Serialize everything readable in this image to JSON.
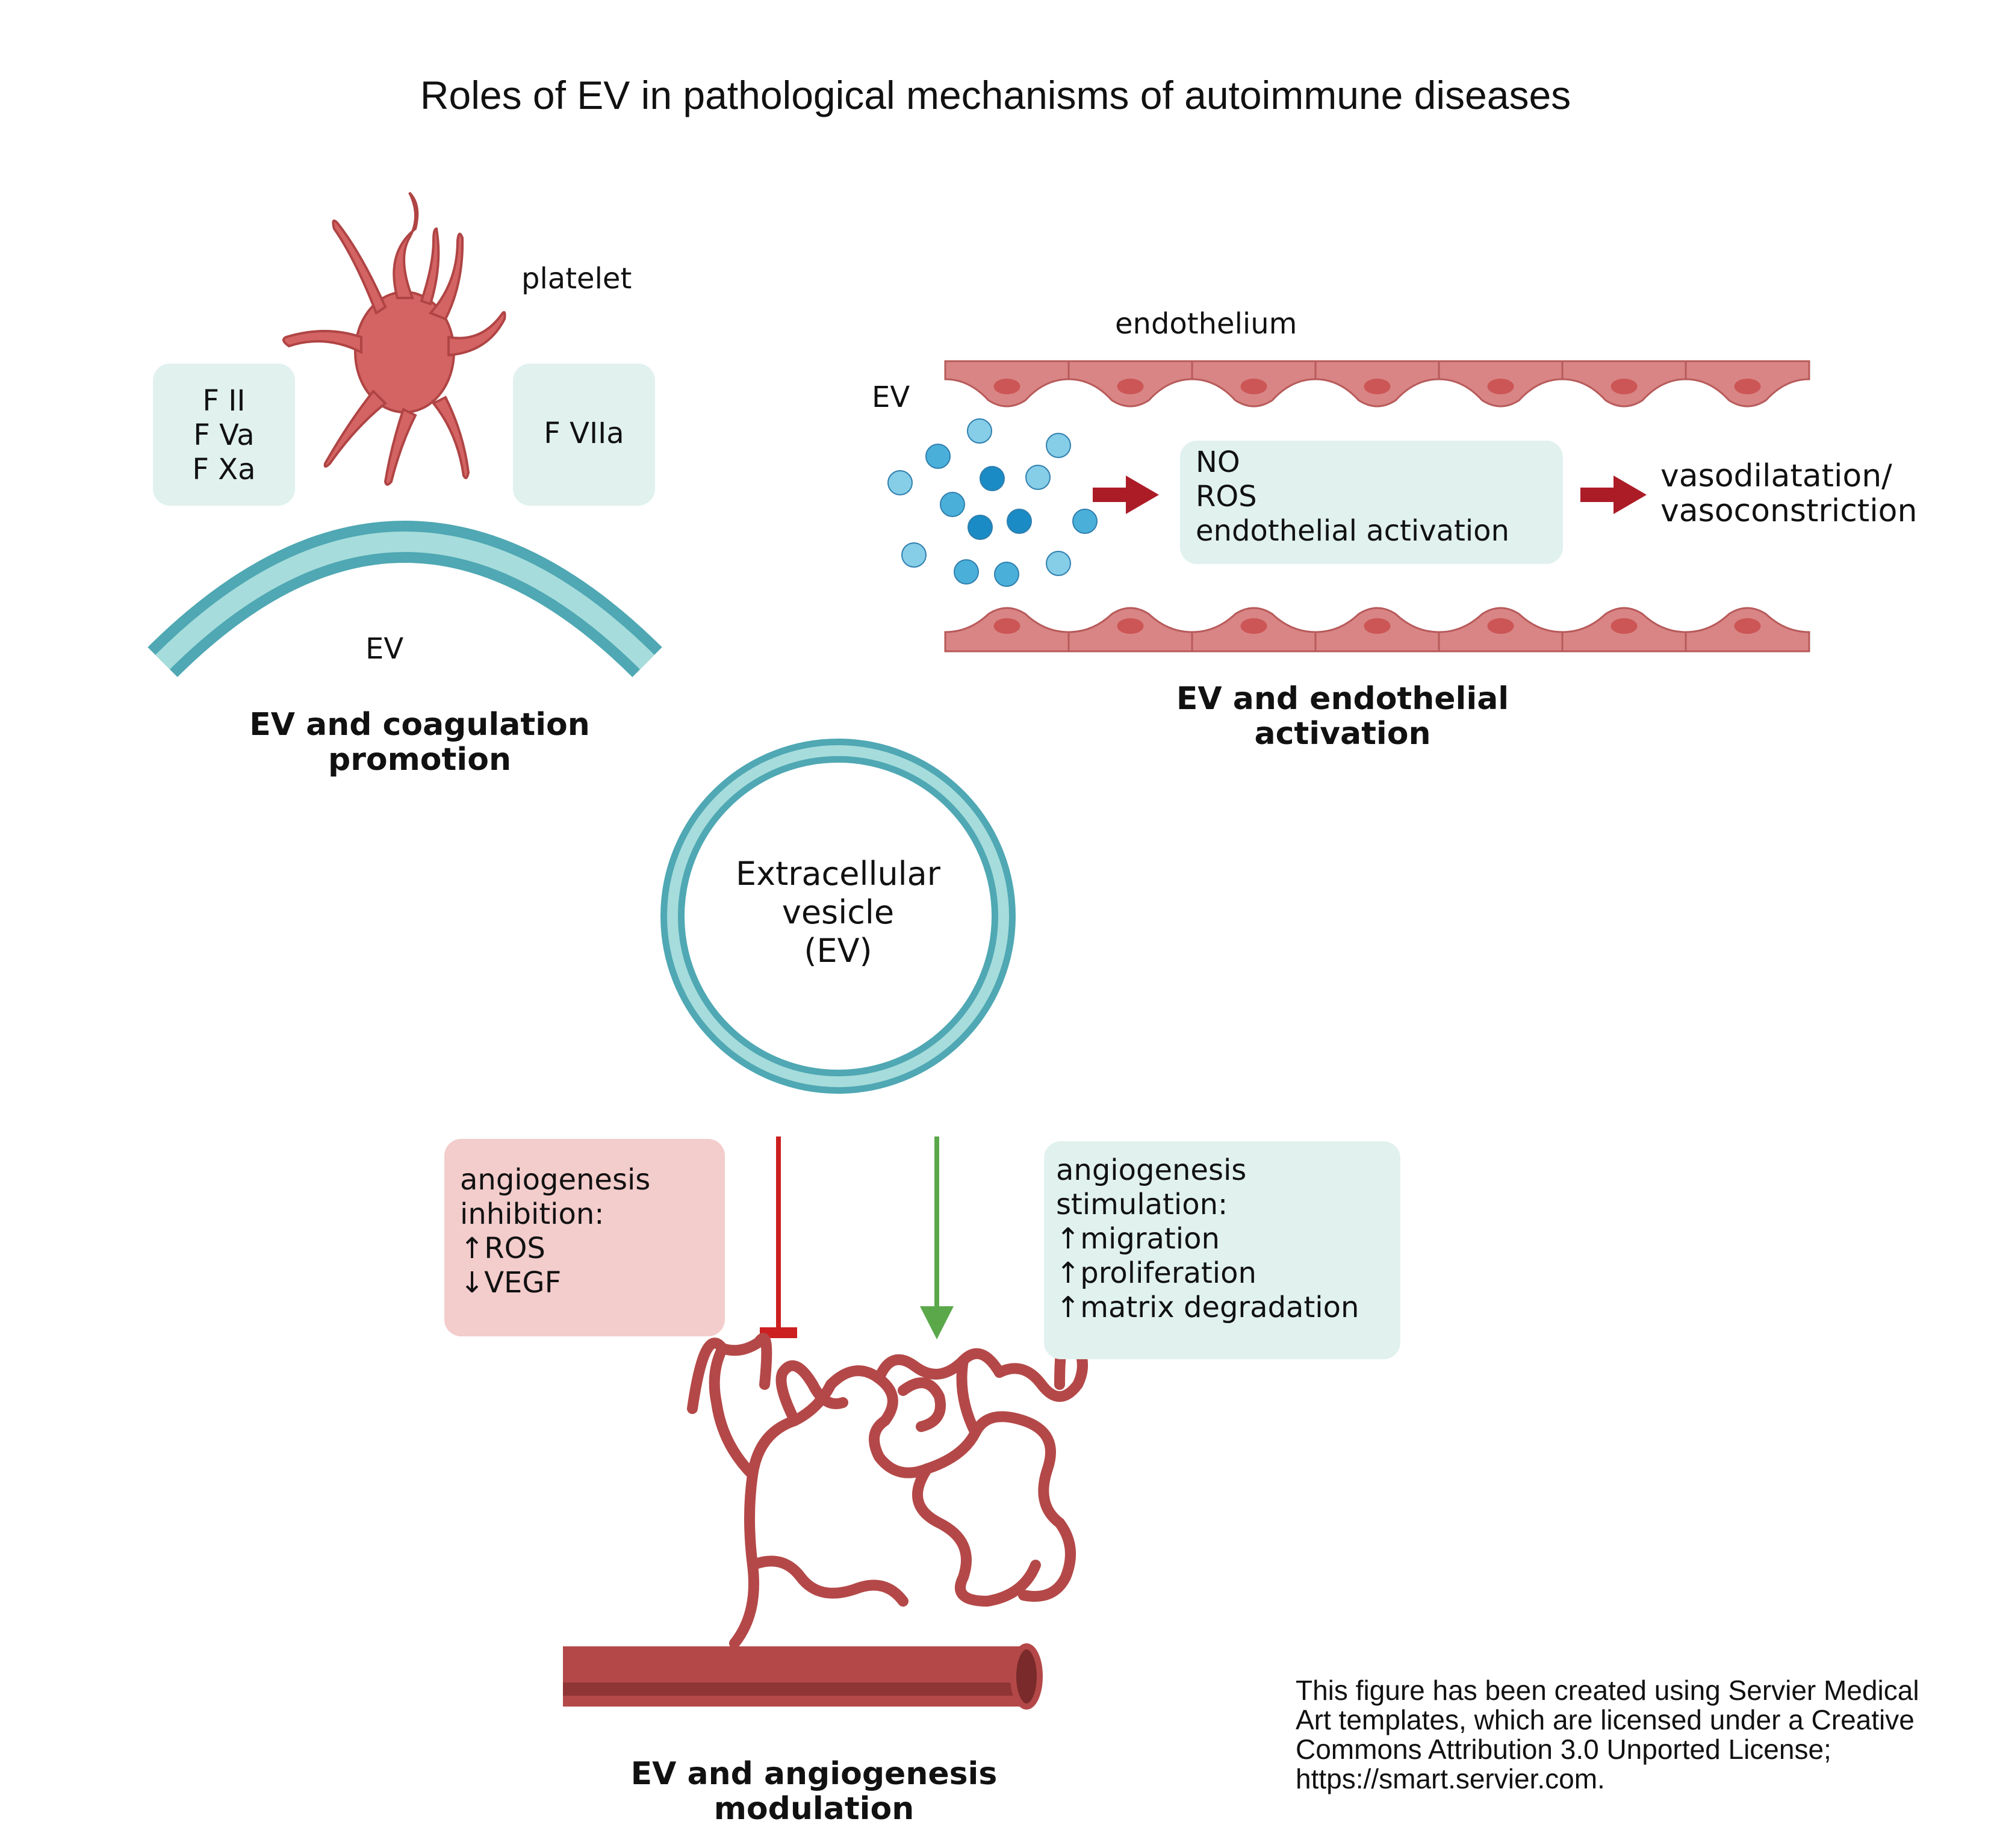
{
  "title": "Roles of EV in pathological mechanisms of autoimmune diseases",
  "coagulation": {
    "platelet_label": "platelet",
    "left_factors": [
      "F II",
      "F Va",
      "F Xa"
    ],
    "right_factors": [
      "F VIIa"
    ],
    "ev_label": "EV",
    "heading": [
      "EV and coagulation",
      "promotion"
    ]
  },
  "endothelial": {
    "endothelium_label": "endothelium",
    "ev_label": "EV",
    "effects": [
      "NO",
      "ROS",
      "endothelial activation"
    ],
    "outcome": [
      "vasodilatation/",
      "vasoconstriction"
    ],
    "heading": [
      "EV and endothelial",
      "activation"
    ]
  },
  "center": {
    "label": [
      "Extracellular",
      "vesicle",
      "(EV)"
    ]
  },
  "angiogenesis": {
    "inhibition": [
      "angiogenesis",
      "inhibition:",
      "↑ROS",
      "↓VEGF"
    ],
    "stimulation": [
      "angiogenesis",
      "stimulation:",
      "↑migration",
      "↑proliferation",
      "↑matrix degradation"
    ],
    "heading": [
      "EV and angiogenesis",
      "modulation"
    ]
  },
  "credit": [
    "This figure has been created using Servier Medical",
    "Art templates, which are licensed under a Creative",
    "Commons Attribution 3.0 Unported License;",
    "https://smart.servier.com."
  ],
  "colors": {
    "ev_ring_dark": "#4fa8b3",
    "ev_ring_light": "#a6dcdc",
    "endothelium": "#d98585",
    "nucleus": "#cc5555",
    "platelet": "#d46464",
    "vessel": "#b44848",
    "red_arrow": "#ac1c27",
    "inhibit_bar": "#cc1f1f",
    "stimulate_arrow": "#5aa84a",
    "box_teal": "#e0f1ee",
    "box_pink": "#f3cccc"
  }
}
